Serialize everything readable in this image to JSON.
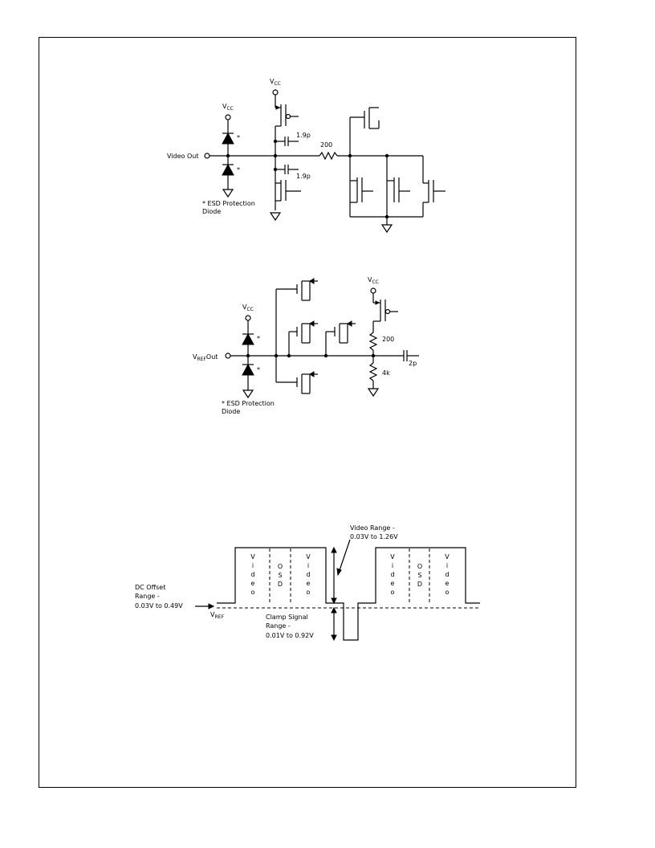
{
  "circuit1": {
    "vcc_left": {
      "main": "V",
      "sub": "CC"
    },
    "vcc_top": {
      "main": "V",
      "sub": "CC"
    },
    "input_label": "Video Out",
    "cap_top": "1.9p",
    "cap_bottom": "1.9p",
    "resistor": "200",
    "esd_mark_top": "*",
    "esd_mark_bottom": "*",
    "esd_note_line1": "* ESD Protection",
    "esd_note_line2": "Diode"
  },
  "circuit2": {
    "vcc_left": {
      "main": "V",
      "sub": "CC"
    },
    "vcc_right": {
      "main": "V",
      "sub": "CC"
    },
    "input_label": {
      "main": "V",
      "sub": "REF",
      "suffix": "Out"
    },
    "resistor_top": "200",
    "resistor_bottom": "4k",
    "capacitor": "2p",
    "esd_mark_top": "*",
    "esd_mark_bottom": "*",
    "esd_note_line1": "* ESD Protection",
    "esd_note_line2": "Diode"
  },
  "timing": {
    "video_range_line1": "Video Range -",
    "video_range_line2": "0.03V to 1.26V",
    "dc_offset_line1": "DC Offset",
    "dc_offset_line2": "Range -",
    "dc_offset_line3": "0.03V to 0.49V",
    "vref": {
      "main": "V",
      "sub": "REF"
    },
    "clamp_line1": "Clamp Signal",
    "clamp_line2": "Range -",
    "clamp_line3": "0.01V to 0.92V",
    "segment_video": "Video",
    "segment_osd": "OSD"
  }
}
